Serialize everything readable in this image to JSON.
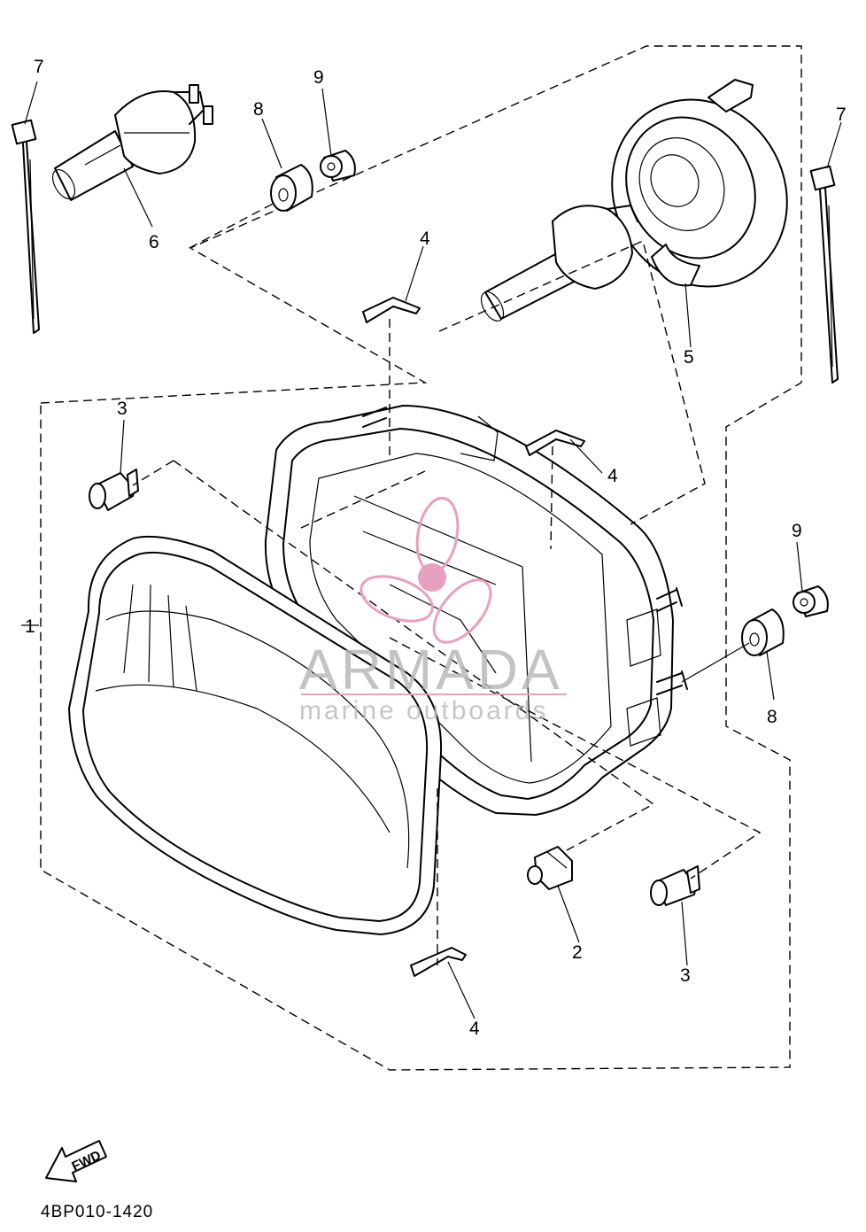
{
  "diagram": {
    "callouts": [
      {
        "id": "c7-left",
        "label": "7"
      },
      {
        "id": "c9-top",
        "label": "9"
      },
      {
        "id": "c8-top",
        "label": "8"
      },
      {
        "id": "c6",
        "label": "6"
      },
      {
        "id": "c4-top",
        "label": "4"
      },
      {
        "id": "c7-right",
        "label": "7"
      },
      {
        "id": "c5",
        "label": "5"
      },
      {
        "id": "c3-left",
        "label": "3"
      },
      {
        "id": "c4-mid",
        "label": "4"
      },
      {
        "id": "c9-right",
        "label": "9"
      },
      {
        "id": "c8-right",
        "label": "8"
      },
      {
        "id": "c1",
        "label": "1"
      },
      {
        "id": "c2",
        "label": "2"
      },
      {
        "id": "c3-right",
        "label": "3"
      },
      {
        "id": "c4-bottom",
        "label": "4"
      }
    ],
    "fwd_label": "FWD",
    "diagram_code": "4BP010-1420"
  },
  "watermark": {
    "brand": "ARMADA",
    "tagline": "marine outboards",
    "color": "#e8a0c0"
  }
}
